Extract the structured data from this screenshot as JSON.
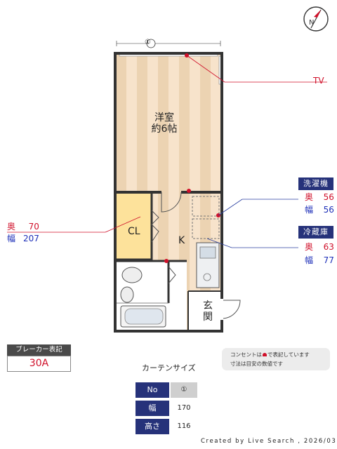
{
  "floorplan": {
    "window_label": "①",
    "room_western_name": "洋室",
    "room_western_size": "約6帖",
    "closet_label": "CL",
    "kitchen_label": "K",
    "entrance_label": "玄関",
    "tv_label": "TV"
  },
  "washer": {
    "title": "洗濯機",
    "depth_label": "奥",
    "depth_value": "56",
    "width_label": "幅",
    "width_value": "56"
  },
  "fridge": {
    "title": "冷蔵庫",
    "depth_label": "奥",
    "depth_value": "63",
    "width_label": "幅",
    "width_value": "77"
  },
  "closet_dims": {
    "depth_label": "奥",
    "depth_value": "70",
    "width_label": "幅",
    "width_value": "207"
  },
  "breaker": {
    "title": "ブレーカー表記",
    "value": "30A"
  },
  "note": {
    "line1_a": "コンセントは",
    "line1_b": "で表記しています",
    "line2": "寸法は目安の数値です"
  },
  "curtain": {
    "title": "カーテンサイズ",
    "rows": [
      {
        "label": "No",
        "value": "①"
      },
      {
        "label": "幅",
        "value": "170"
      },
      {
        "label": "高さ",
        "value": "116"
      }
    ]
  },
  "credit": "Created by Live Search , 2026/03",
  "colors": {
    "floor_light": "#f7e3cb",
    "floor_stripe": "#ead0ad",
    "closet": "#fde29b",
    "navy": "#26327a",
    "outlet_red": "#d0102a",
    "depth_red": "#d0102a",
    "width_blue": "#1d2fb8"
  },
  "icons": {
    "compass": "compass-north-icon"
  }
}
